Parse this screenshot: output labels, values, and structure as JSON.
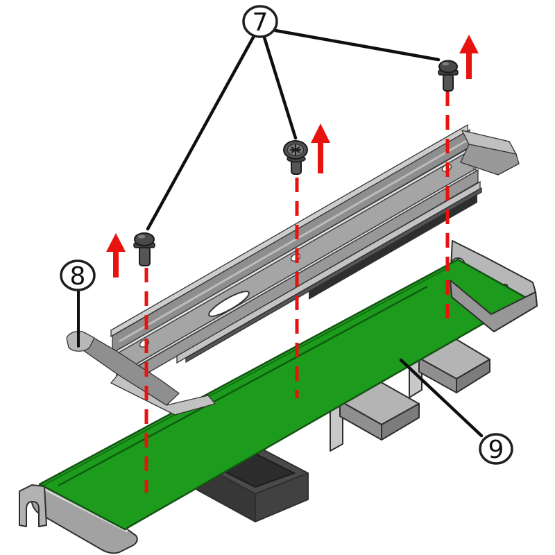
{
  "figure": {
    "type": "exploded-assembly-diagram",
    "background": "#ffffff",
    "callouts": [
      {
        "label": "7"
      },
      {
        "label": "8"
      },
      {
        "label": "9"
      }
    ],
    "icons": {
      "up_arrow": "red-up-arrow",
      "axis": "red-dashed-axis-line"
    },
    "colors": {
      "accent_red": "#e8120e",
      "board_green": "#1d9b1d",
      "board_green_edge": "#145214",
      "board_green_line": "#0e5c0e",
      "metal_light": "#c9c9c9",
      "metal_mid": "#9a9a9a",
      "metal_dark": "#555555",
      "connector_dark": "#3f3f3f",
      "outline": "#222222"
    }
  }
}
